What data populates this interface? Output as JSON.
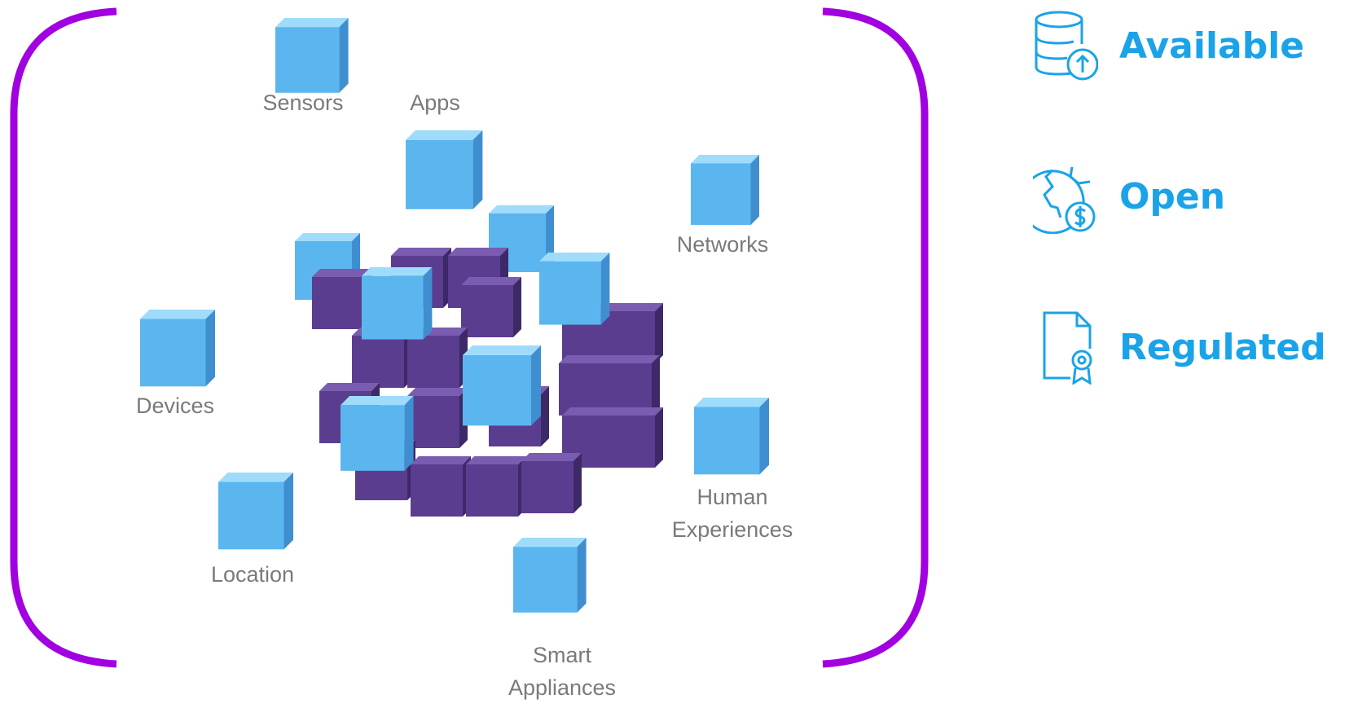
{
  "diagram": {
    "bracket_color": "#a100e0",
    "cube_colors": {
      "dark": "#5b3d8f",
      "light": "#5bb6ef"
    },
    "labels": {
      "sensors": "Sensors",
      "apps": "Apps",
      "networks": "Networks",
      "devices": "Devices",
      "human_experiences_line1": "Human",
      "human_experiences_line2": "Experiences",
      "location": "Location",
      "smart_appliances_line1": "Smart",
      "smart_appliances_line2": "Appliances"
    }
  },
  "attributes": {
    "accent_color": "#1aa3e8",
    "items": [
      {
        "label": "Available",
        "icon": "database-upload-icon"
      },
      {
        "label": "Open",
        "icon": "globe-dollar-icon"
      },
      {
        "label": "Regulated",
        "icon": "document-certificate-icon"
      }
    ]
  }
}
